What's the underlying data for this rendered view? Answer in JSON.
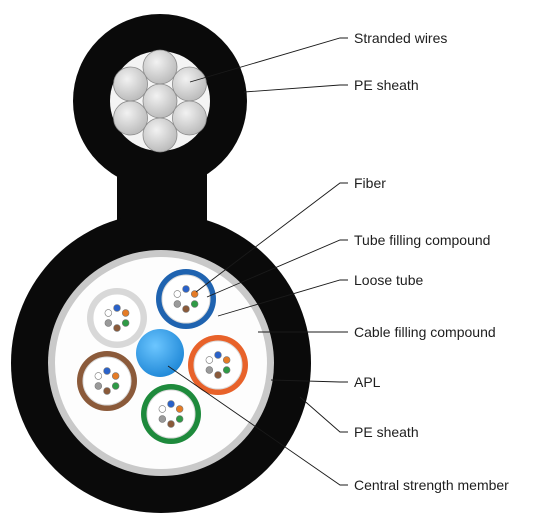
{
  "labels": {
    "stranded_wires": "Stranded wires",
    "pe_sheath_messenger": "PE sheath",
    "fiber": "Fiber",
    "tube_filling_compound": "Tube filling compound",
    "loose_tube": "Loose tube",
    "cable_filling_compound": "Cable filling compound",
    "apl": "APL",
    "pe_sheath_outer": "PE sheath",
    "central_strength_member": "Central strength member"
  },
  "colors": {
    "background": "#ffffff",
    "sheath": "#0a0a0a",
    "apl_ring": "#c9c9c9",
    "filling_compound": "#fdfdfd",
    "wire": "#d0d0d0",
    "central_member": "#2f9de8",
    "tube_blue": "#1f63b0",
    "tube_orange": "#e8622a",
    "tube_green": "#1e8a3c",
    "tube_brown": "#8b5a3a",
    "tube_natural": "#d8d8d8",
    "fiber_colors": [
      "#2a62c9",
      "#e57b25",
      "#2f9a46",
      "#8a5a3a",
      "#9a9a9a",
      "#ffffff"
    ]
  }
}
